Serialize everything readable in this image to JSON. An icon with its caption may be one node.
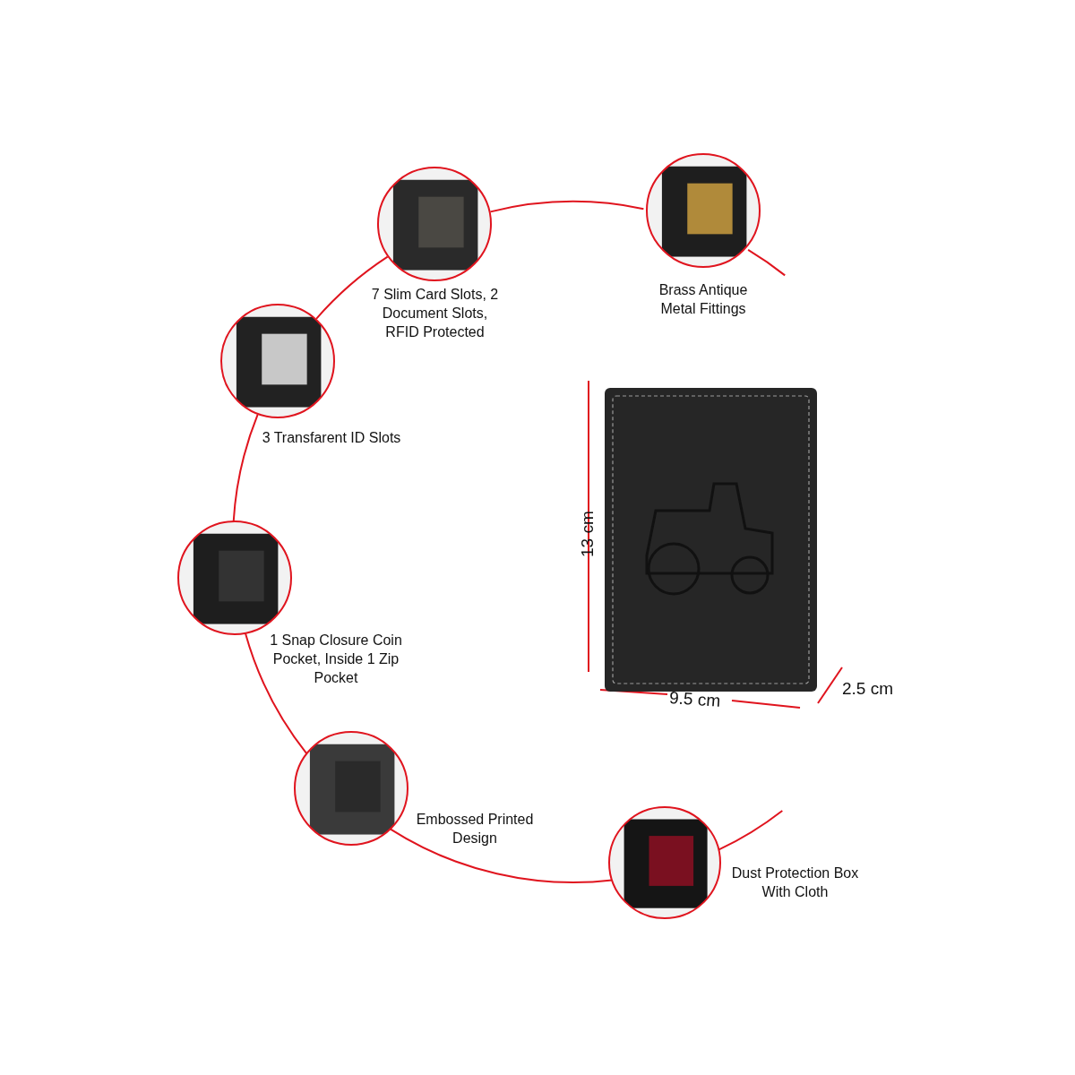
{
  "diagram": {
    "nodes": [
      {
        "text": [],
        "shape": "picture",
        "beside": [
          "7 Slim Card Slots, 2 Document Slots, RFID Protected"
        ]
      },
      {
        "text": [],
        "shape": "picture",
        "beside": [
          "Brass Antique Metal Fittings"
        ]
      },
      {
        "text": [],
        "shape": "picture",
        "beside": [
          "3 Transfarent ID Slots"
        ]
      },
      {
        "text": [],
        "shape": "picture"
      },
      {
        "text": [],
        "shape": "picture",
        "beside": [
          "1 Snap Closure Coin Pocket, Inside 1 Zip Pocket"
        ]
      },
      {
        "text": [],
        "shape": "picture",
        "beside": [
          "Embossed Printed Design"
        ]
      },
      {
        "text": [],
        "shape": "picture",
        "beside": [
          "Dust Protection Box With Cloth"
        ]
      }
    ],
    "edges": [
      {
        "from": 1,
        "to": 0,
        "arrow": "none"
      },
      {
        "from": 0,
        "to": 2,
        "arrow": "none"
      },
      {
        "from": 2,
        "to": 4,
        "arrow": "none"
      },
      {
        "from": 4,
        "to": 5,
        "arrow": "none"
      },
      {
        "from": 5,
        "to": 6,
        "arrow": "none"
      },
      {
        "from": 1,
        "to": null,
        "arrow": "none"
      },
      {
        "from": 6,
        "to": null,
        "arrow": "none"
      }
    ],
    "labels": [
      "13 cm",
      "9.5 cm",
      "2.5 cm"
    ]
  }
}
